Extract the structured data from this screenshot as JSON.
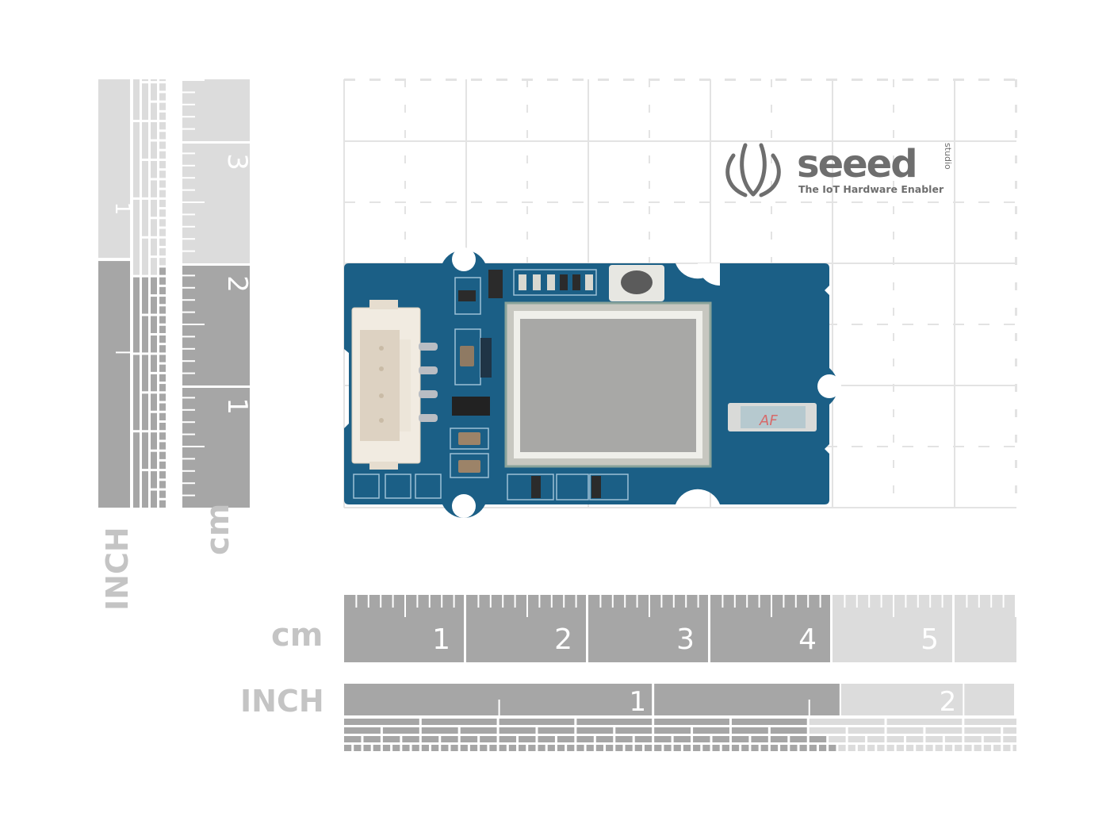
{
  "image": {
    "subject": "Seeed Studio Grove module PCB on measurement grid",
    "background_color": "#ffffff",
    "board_color": "#1b5f86",
    "ruler_dark_color": "#a6a6a6",
    "ruler_light_color": "#dcdcdc",
    "grid_color": "#e3e3e3"
  },
  "logo": {
    "brand": "seeed",
    "brand_suffix": "studio",
    "tagline": "The IoT Hardware Enabler",
    "icon": "seeed-flame-icon",
    "color": "#6e6e6e"
  },
  "rulers": {
    "horizontal_cm": {
      "unit_label": "cm",
      "ticks": [
        "1",
        "2",
        "3",
        "4",
        "5"
      ],
      "measured_extent_cm": 4
    },
    "horizontal_inch": {
      "unit_label": "INCH",
      "ticks": [
        "1",
        "2"
      ],
      "measured_extent_in": 1.6
    },
    "vertical_cm": {
      "unit_label": "cm",
      "ticks": [
        "1",
        "2",
        "3"
      ],
      "measured_extent_cm": 2
    },
    "vertical_inch": {
      "unit_label": "INCH",
      "ticks": [
        "1"
      ],
      "measured_extent_in": 0.8
    }
  },
  "board": {
    "connector": "grove-4pin-connector",
    "module": "rf-shield-module",
    "button": "tactile-button",
    "antenna_marking": "AF"
  }
}
